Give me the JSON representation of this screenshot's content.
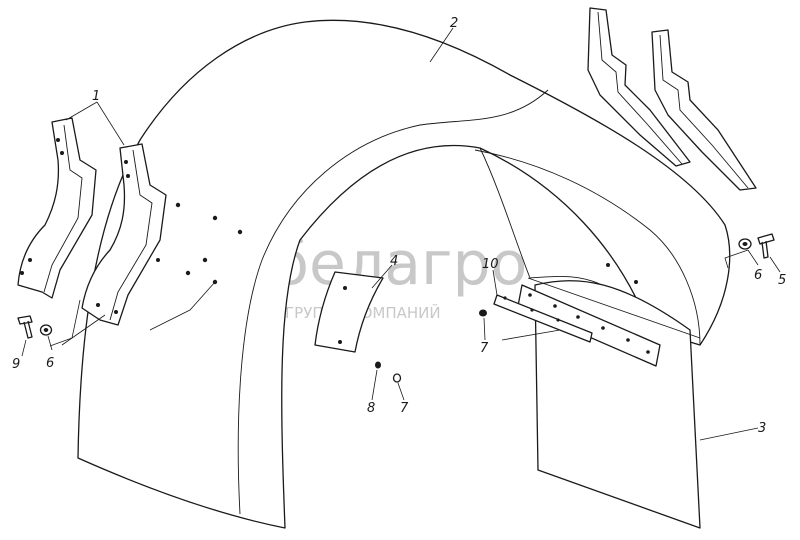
{
  "watermark": {
    "brand": "белагро",
    "tagline": "ГРУППА КОМПАНИЙ"
  },
  "callouts": [
    {
      "id": "c1",
      "label": "1"
    },
    {
      "id": "c2",
      "label": "2"
    },
    {
      "id": "c3",
      "label": "3"
    },
    {
      "id": "c4",
      "label": "4"
    },
    {
      "id": "c5",
      "label": "5"
    },
    {
      "id": "c6r",
      "label": "6"
    },
    {
      "id": "c6l",
      "label": "6"
    },
    {
      "id": "c7m",
      "label": "7"
    },
    {
      "id": "c7b",
      "label": "7"
    },
    {
      "id": "c8",
      "label": "8"
    },
    {
      "id": "c9",
      "label": "9"
    },
    {
      "id": "c10",
      "label": "10"
    }
  ],
  "colors": {
    "line": "#1a1a1a",
    "watermark": "#c8c8c8",
    "background": "#ffffff"
  }
}
